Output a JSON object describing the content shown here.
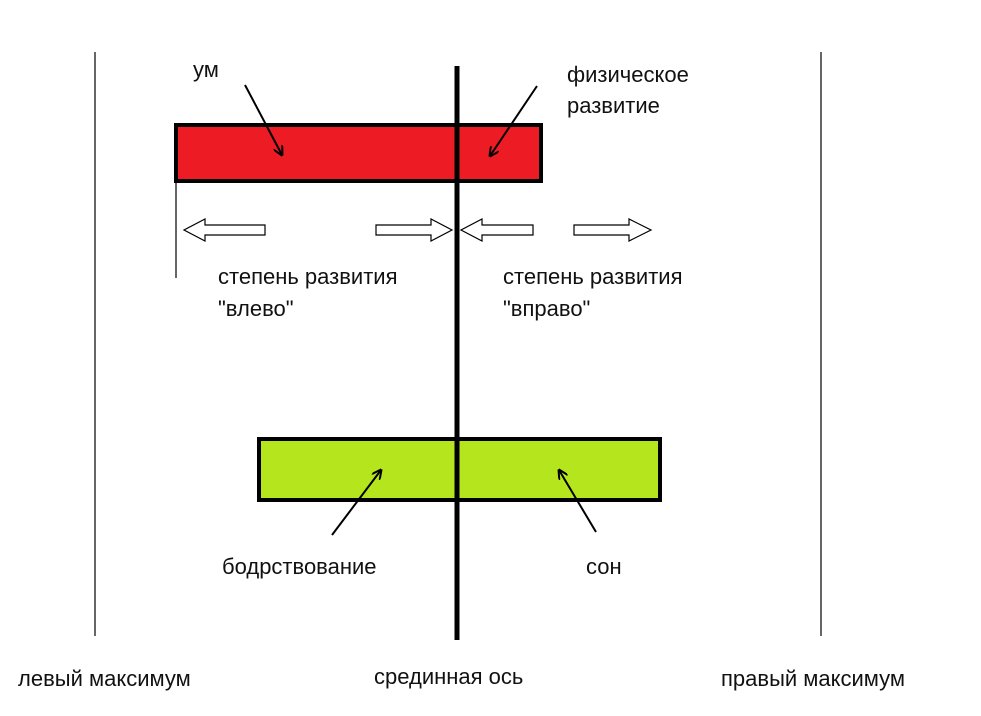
{
  "labels": {
    "mind": "ум",
    "physical_line1": "физическое",
    "physical_line2": "развитие",
    "left_degree_line1": "степень развития",
    "left_degree_line2": "\"влево\"",
    "right_degree_line1": "степень развития",
    "right_degree_line2": "\"вправо\"",
    "wakefulness": "бодрствование",
    "sleep": "сон",
    "left_max": "левый максимум",
    "middle_axis": "срединная ось",
    "right_max": "правый максимум"
  },
  "colors": {
    "top_bar": "#ed1c24",
    "bottom_bar": "#b5e61d",
    "stroke": "#000000",
    "background": "#ffffff"
  }
}
